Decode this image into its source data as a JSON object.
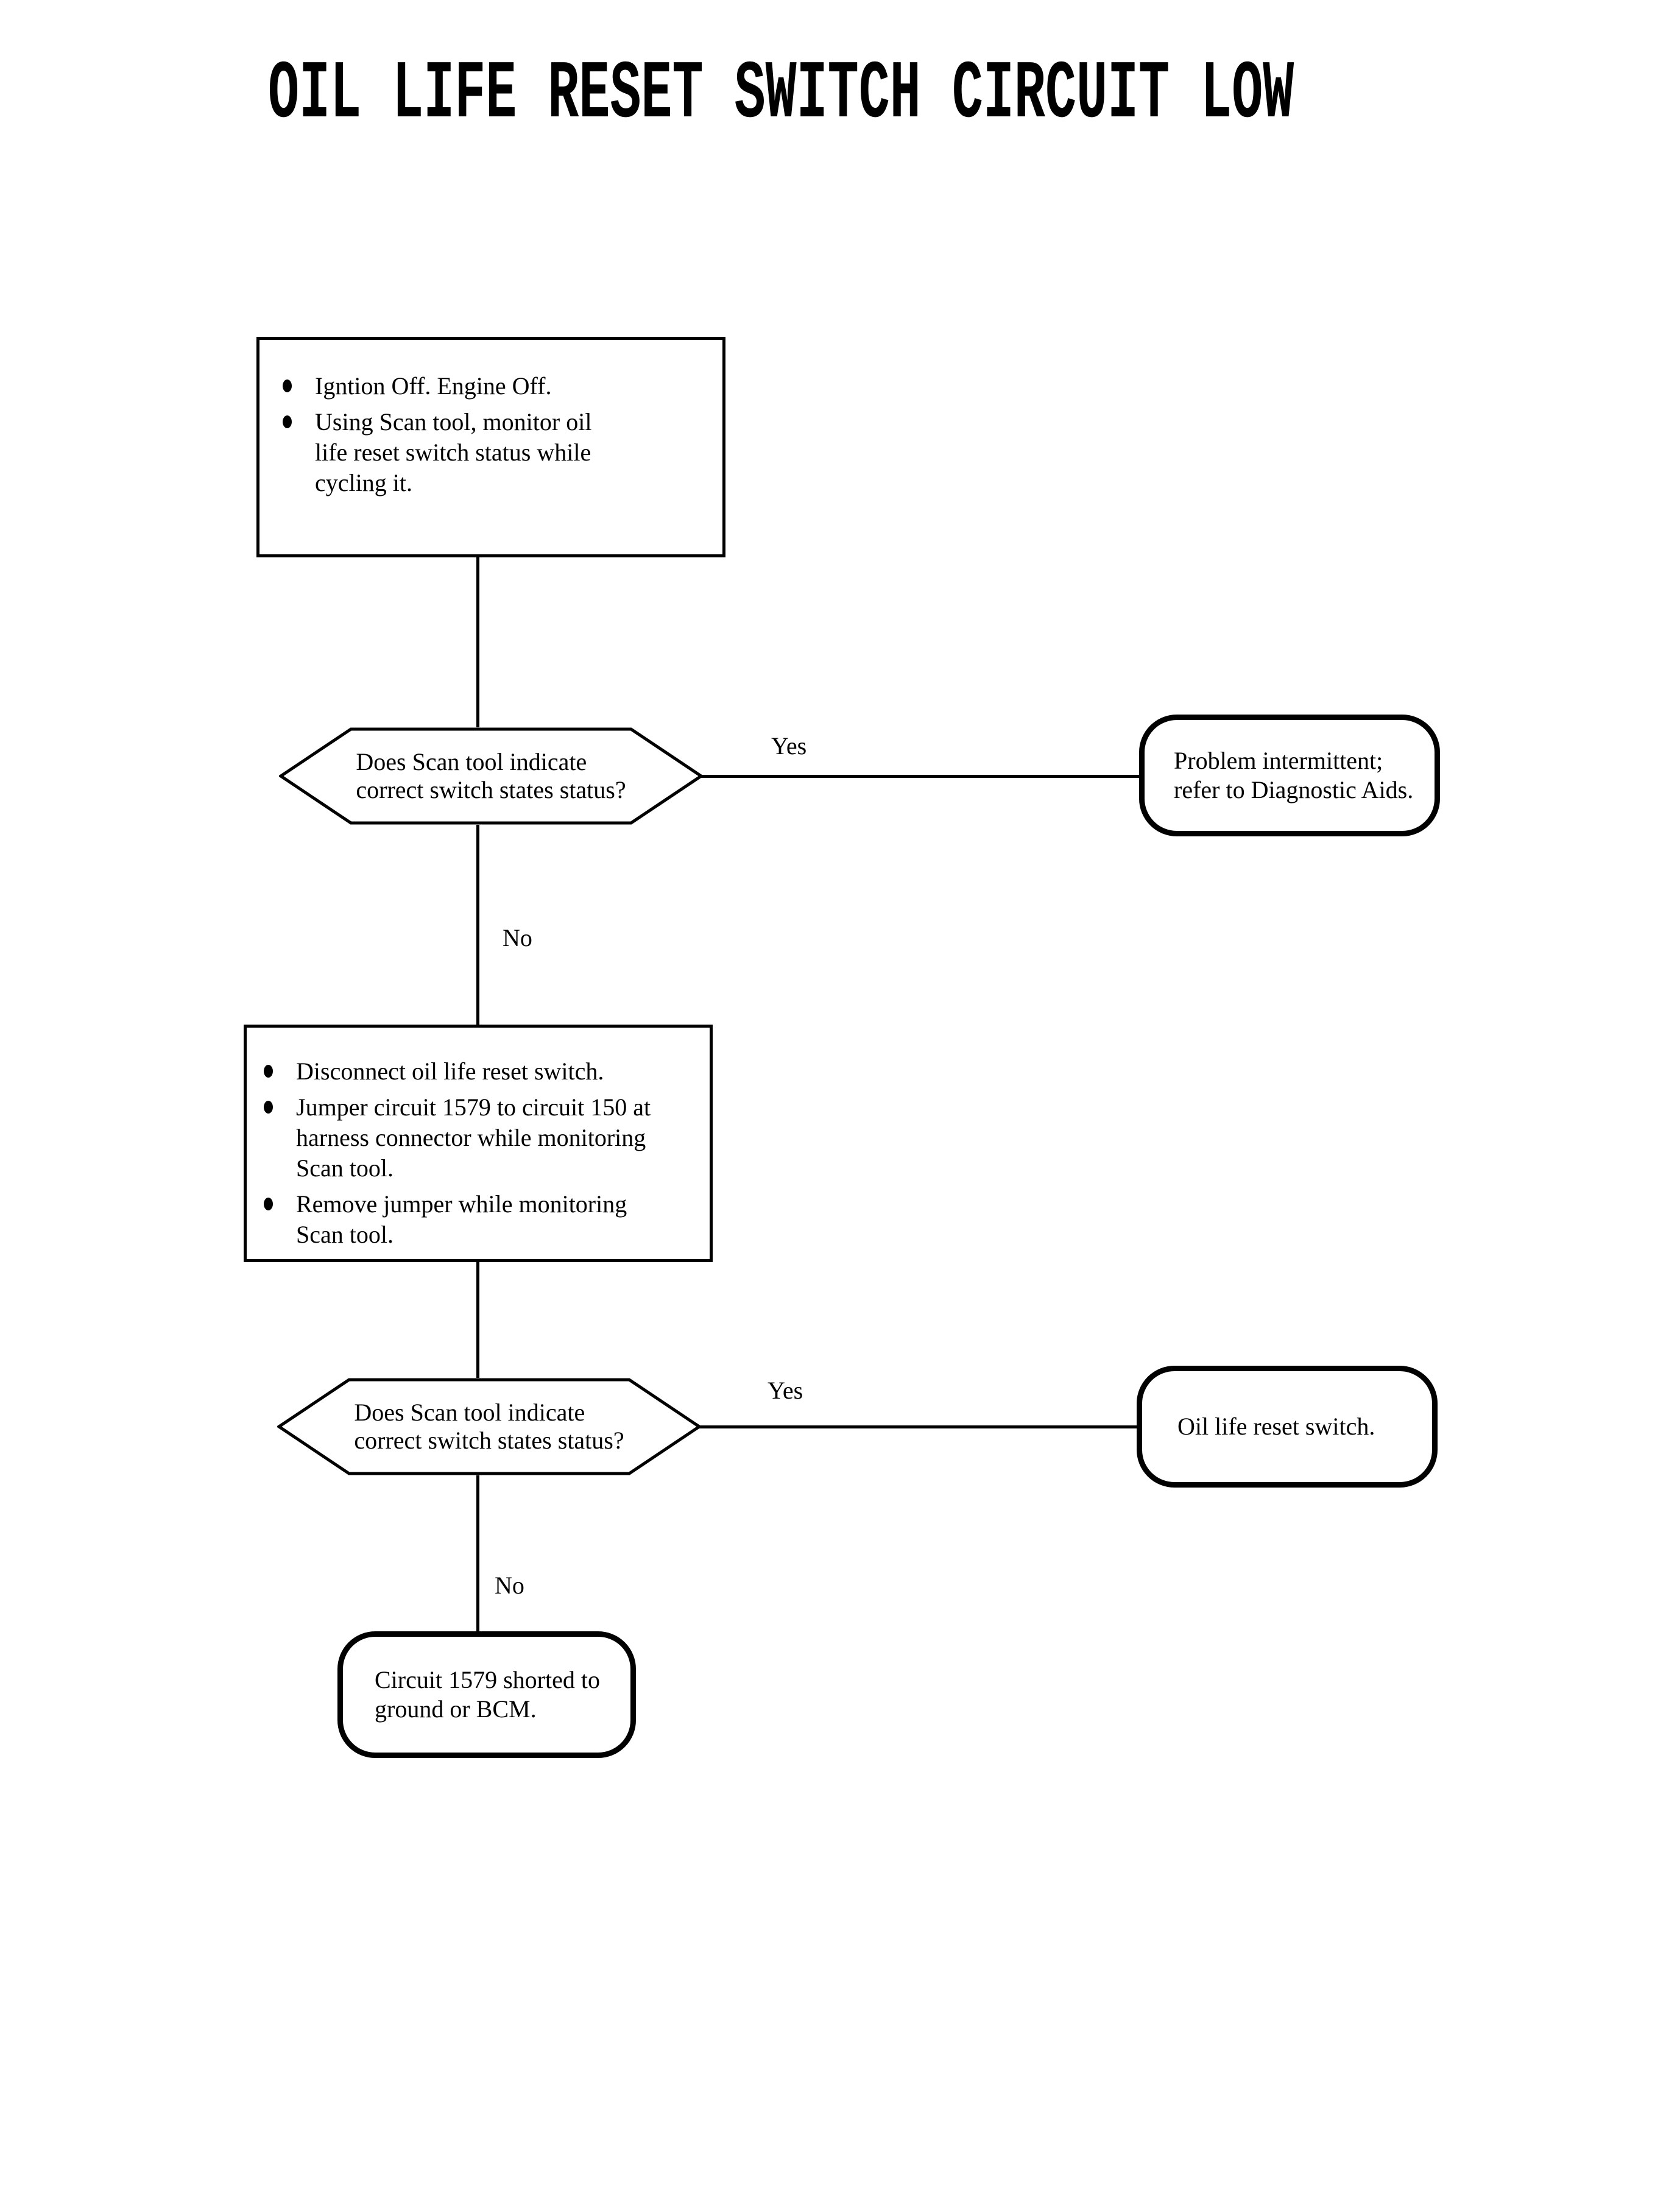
{
  "title": "OIL LIFE RESET SWITCH CIRCUIT LOW",
  "colors": {
    "ink": "#000000",
    "background": "#ffffff"
  },
  "step1": {
    "bullets": [
      {
        "lines": [
          "Igntion Off. Engine Off."
        ]
      },
      {
        "lines": [
          "Using Scan tool, monitor oil",
          "life reset switch status while",
          "cycling it."
        ]
      }
    ]
  },
  "decision1": {
    "lines": [
      "Does Scan tool indicate",
      "correct switch states status?"
    ],
    "yes_label": "Yes",
    "no_label": "No"
  },
  "terminal1": {
    "lines": [
      "Problem intermittent;",
      "refer to Diagnostic Aids."
    ]
  },
  "step2": {
    "bullets": [
      {
        "lines": [
          "Disconnect oil life reset switch."
        ]
      },
      {
        "lines": [
          "Jumper circuit 1579 to circuit 150 at",
          "harness connector while monitoring",
          "Scan tool."
        ]
      },
      {
        "lines": [
          "Remove jumper while monitoring",
          "Scan tool."
        ]
      }
    ]
  },
  "decision2": {
    "lines": [
      "Does Scan tool indicate",
      "correct switch states status?"
    ],
    "yes_label": "Yes",
    "no_label": "No"
  },
  "terminal2": {
    "lines": [
      "Oil life reset switch."
    ]
  },
  "terminal3": {
    "lines": [
      "Circuit 1579 shorted to",
      "ground or BCM."
    ]
  }
}
